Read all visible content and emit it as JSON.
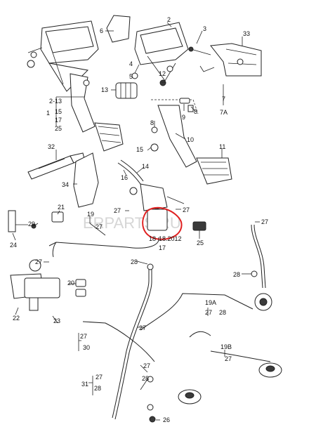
{
  "watermark": "ERPARTS.RU",
  "code": "18.2012",
  "accent": "#e02020",
  "labels": {
    "n1": "1",
    "n2": "2",
    "n3": "3",
    "n4": "4",
    "n5": "5",
    "n6": "6",
    "n7": "7",
    "n7a": "7A",
    "n8a": "8",
    "n8b": "8",
    "n9": "9",
    "n10": "10",
    "n11": "11",
    "n12": "12",
    "n13": "13",
    "n14": "14",
    "n15a": "15",
    "n15b": "15",
    "n16": "16",
    "n17a": "17",
    "n17b": "17",
    "n18": "18",
    "n19": "19",
    "n19a": "19A",
    "n19b": "19B",
    "n20": "20",
    "n21": "21",
    "n22": "22",
    "n23": "23",
    "n24": "24",
    "n25a": "25",
    "n25b": "25",
    "n26": "26",
    "n27a": "27",
    "n27b": "27",
    "n27c": "27",
    "n27d": "27",
    "n27e": "27",
    "n27f": "27",
    "n27g": "27",
    "n27h": "27",
    "n27i": "27",
    "n27j": "27",
    "n27k": "27",
    "n28a": "28",
    "n28b": "28",
    "n28c": "28",
    "n28d": "28",
    "n29": "29",
    "n30": "30",
    "n31": "31",
    "n32": "32",
    "n33": "33",
    "n34": "34",
    "n213": "2-13"
  }
}
